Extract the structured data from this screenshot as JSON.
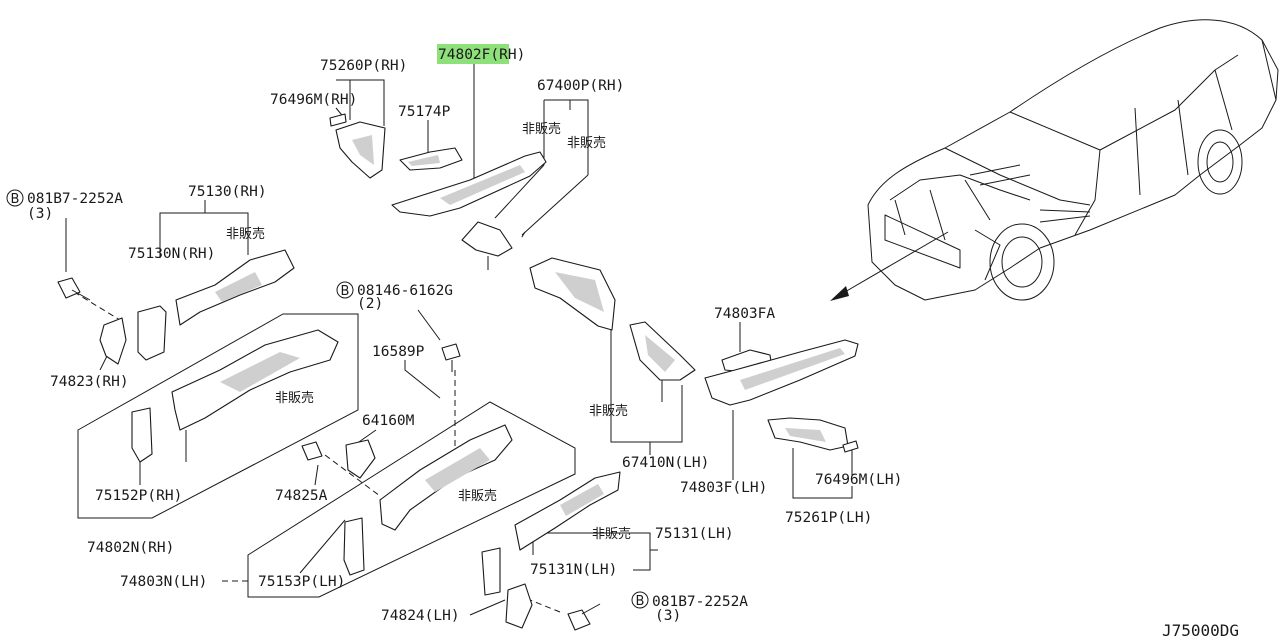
{
  "diagram_code": "J75000DG",
  "not_for_sale": "非販売",
  "labels": {
    "p75260P": "75260P(RH)",
    "p76496M_rh": "76496M(RH)",
    "p75174P": "75174P",
    "p74802F": "74802F(RH)",
    "p67400P": "67400P(RH)",
    "p08187_top": "081B7-2252A",
    "p08187_top_qty": "(3)",
    "p75130": "75130(RH)",
    "p75130N": "75130N(RH)",
    "p74823": "74823(RH)",
    "p08146": "08146-6162G",
    "p08146_qty": "(2)",
    "p16589P": "16589P",
    "p64160M": "64160M",
    "p74825A": "74825A",
    "p75152P": "75152P(RH)",
    "p74802N": "74802N(RH)",
    "p74803N": "74803N(LH)",
    "p75153P": "75153P(LH)",
    "p74824": "74824(LH)",
    "p08187_bot": "081B7-2252A",
    "p08187_bot_qty": "(3)",
    "p75131": "75131(LH)",
    "p75131N": "75131N(LH)",
    "p67410N": "67410N(LH)",
    "p74803FA": "74803FA",
    "p74803F": "74803F(LH)",
    "p76496M_lh": "76496M(LH)",
    "p75261P": "75261P(LH)"
  },
  "bolt_symbol": "B",
  "highlight_color": "#8ee07a"
}
